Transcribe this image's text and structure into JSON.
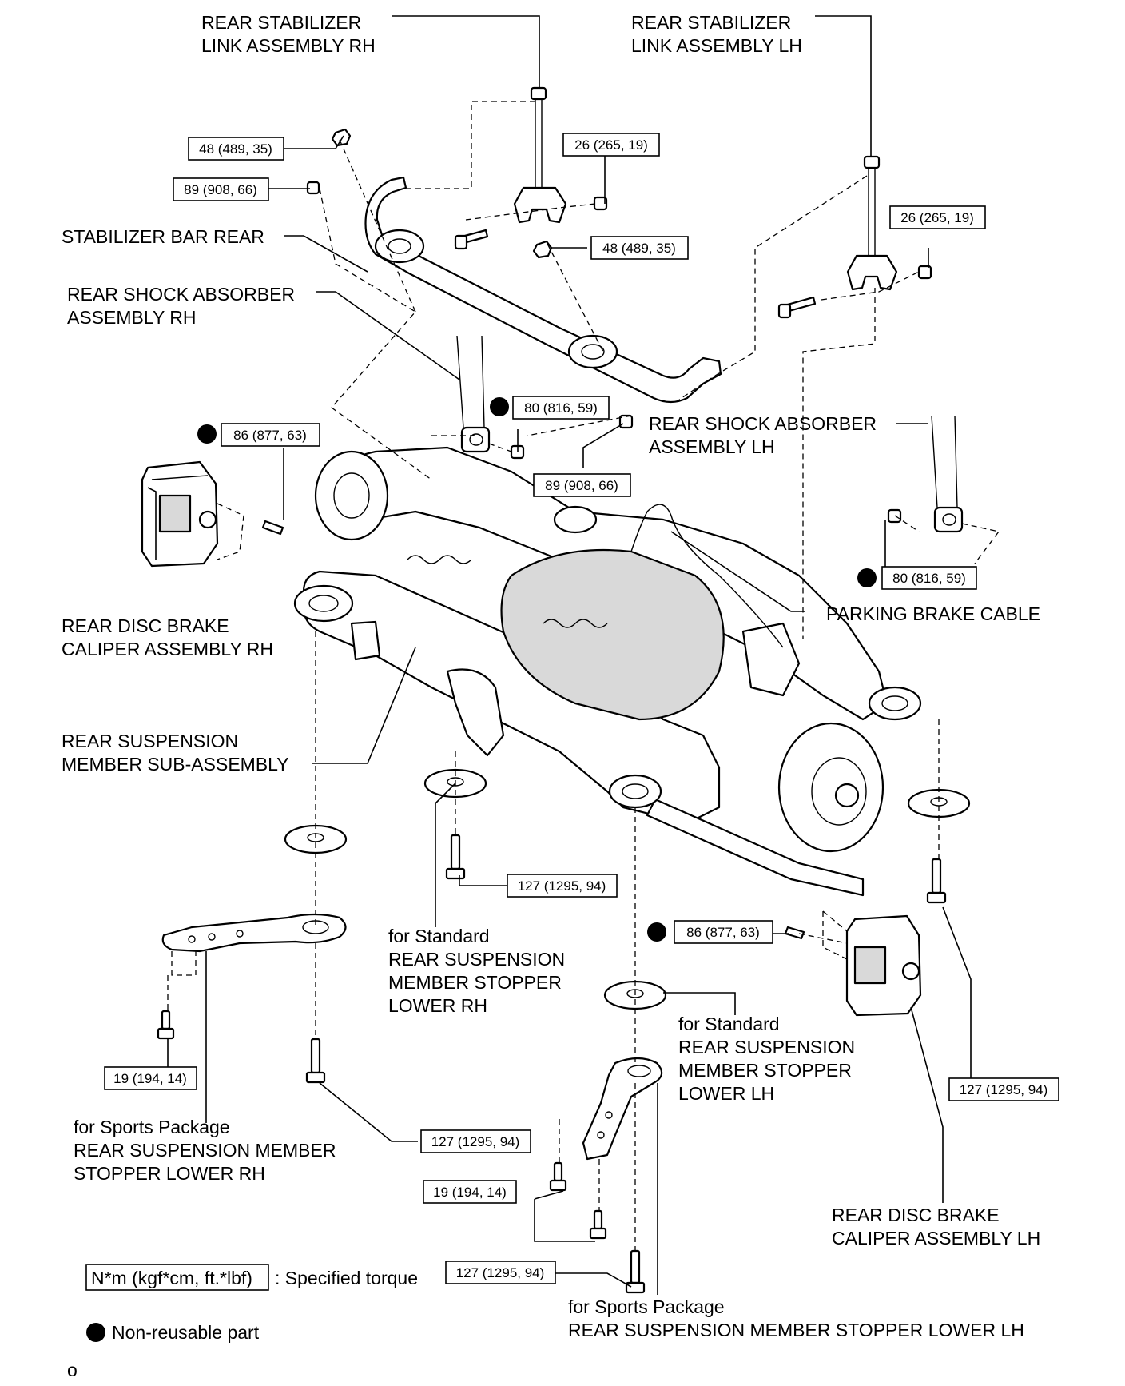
{
  "labels": {
    "stab_link_rh": [
      "REAR STABILIZER",
      "LINK ASSEMBLY RH"
    ],
    "stab_link_lh": [
      "REAR STABILIZER",
      "LINK ASSEMBLY LH"
    ],
    "stab_bar": [
      "STABILIZER BAR REAR"
    ],
    "shock_rh": [
      "REAR SHOCK ABSORBER",
      "ASSEMBLY RH"
    ],
    "shock_lh": [
      "REAR SHOCK ABSORBER",
      "ASSEMBLY LH"
    ],
    "caliper_rh": [
      "REAR DISC BRAKE",
      "CALIPER ASSEMBLY RH"
    ],
    "caliper_lh": [
      "REAR DISC BRAKE",
      "CALIPER ASSEMBLY LH"
    ],
    "parking_cable": [
      "PARKING BRAKE CABLE"
    ],
    "member_sub": [
      "REAR SUSPENSION",
      "MEMBER SUB-ASSEMBLY"
    ],
    "stopper_std_rh": [
      "for Standard",
      "REAR SUSPENSION",
      "MEMBER STOPPER",
      "LOWER RH"
    ],
    "stopper_std_lh": [
      "for Standard",
      "REAR SUSPENSION",
      "MEMBER STOPPER",
      "LOWER LH"
    ],
    "stopper_sport_rh": [
      "for Sports Package",
      "REAR SUSPENSION MEMBER",
      "STOPPER LOWER RH"
    ],
    "stopper_sport_lh": [
      "for Sports Package",
      "REAR SUSPENSION MEMBER STOPPER LOWER LH"
    ]
  },
  "torques": {
    "t1": "48 (489, 35)",
    "t2": "89 (908, 66)",
    "t3": "26 (265, 19)",
    "t4": "48 (489, 35)",
    "t5": "26 (265, 19)",
    "t6": "86 (877, 63)",
    "t7": "80 (816, 59)",
    "t8": "89 (908, 66)",
    "t9": "80 (816, 59)",
    "t10": "127 (1295, 94)",
    "t11": "86 (877, 63)",
    "t12": "19 (194, 14)",
    "t13": "127 (1295, 94)",
    "t14": "127 (1295, 94)",
    "t15": "19 (194, 14)",
    "t16": "127 (1295, 94)"
  },
  "legend": {
    "torque_box": "N*m (kgf*cm, ft.*lbf)",
    "torque_text": ": Specified torque",
    "nonreusable_text": "Non-reusable part"
  },
  "footer": {
    "code": "o"
  }
}
